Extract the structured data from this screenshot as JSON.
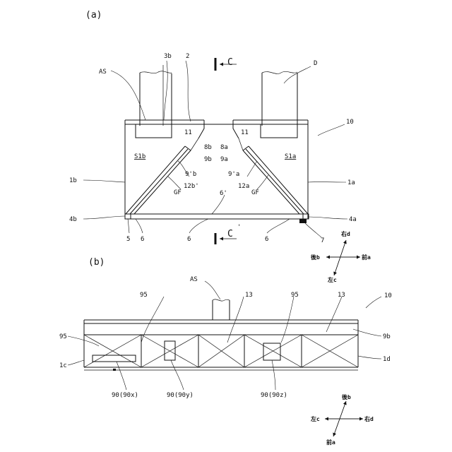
{
  "panel_a": {
    "caption": "(a)",
    "labels": {
      "l_3b": "3b",
      "l_2": "2",
      "l_AS": "AS",
      "l_D": "D",
      "l_10": "10",
      "l_C_top": "C",
      "l_C_bottom": "C",
      "l_11_left": "11",
      "l_11_right": "11",
      "l_8b": "8b",
      "l_8a": "8a",
      "l_9b": "9b",
      "l_9a": "9a",
      "l_S1b": "S1b",
      "l_S1a": "S1a",
      "l_9pb": "9'b",
      "l_9pa": "9'a",
      "l_1b": "1b",
      "l_1a": "1a",
      "l_GF_left": "GF",
      "l_GF_right": "GF",
      "l_12bp": "12b'",
      "l_12a": "12a",
      "l_6p": "6'",
      "l_4b": "4b",
      "l_4a": "4a",
      "l_5": "5",
      "l_6_1": "6",
      "l_6_2": "6",
      "l_6_3": "6",
      "l_7": "7"
    },
    "compass": {
      "up": "右d",
      "left": "後b",
      "right": "前a",
      "down": "左c"
    }
  },
  "panel_b": {
    "caption": "(b)",
    "labels": {
      "l_AS": "AS",
      "l_10": "10",
      "l_95_a": "95",
      "l_13_a": "13",
      "l_95_b": "95",
      "l_13_b": "13",
      "l_95_c": "95",
      "l_9b": "9b",
      "l_1c": "1c",
      "l_1d": "1d",
      "l_90x": "90(90x)",
      "l_90y": "90(90y)",
      "l_90z": "90(90z)"
    },
    "compass": {
      "up": "後b",
      "left": "左c",
      "right": "右d",
      "down": "前a"
    }
  }
}
